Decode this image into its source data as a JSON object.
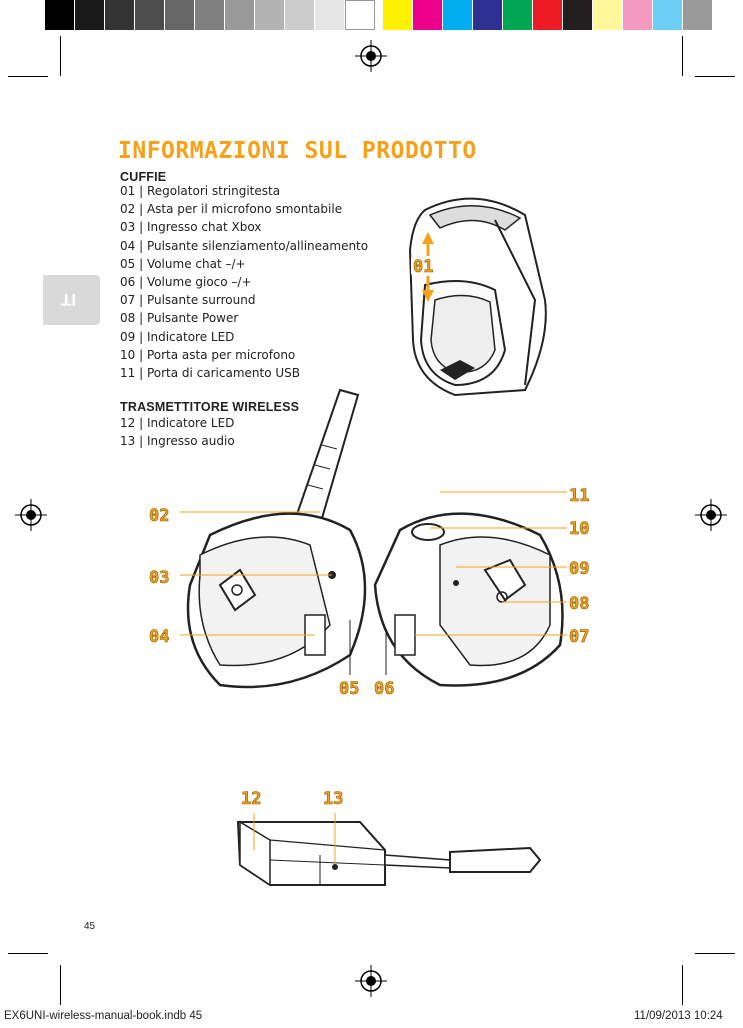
{
  "colors": {
    "accent": "#f5a11a",
    "swatches_gray": [
      "#000000",
      "#1a1a1a",
      "#333333",
      "#4d4d4d",
      "#666666",
      "#808080",
      "#999999",
      "#b3b3b3",
      "#cccccc",
      "#e6e6e6",
      "#ffffff"
    ],
    "swatches_color": [
      "#fff200",
      "#ec008c",
      "#00aeef",
      "#2e3192",
      "#00a651",
      "#ed1c24",
      "#231f20",
      "#fff799",
      "#f49ac1",
      "#6dcff6",
      "#999999"
    ]
  },
  "title": "INFORMAZIONI SUL PRODOTTO",
  "headset": {
    "heading": "CUFFIE",
    "items": [
      "01 | Regolatori stringitesta",
      "02 | Asta per il microfono smontabile",
      "03 | Ingresso chat Xbox",
      "04 | Pulsante silenziamento/allineamento",
      "05 | Volume chat  –/+",
      "06 | Volume gioco  –/+",
      "07 | Pulsante surround",
      "08 | Pulsante Power",
      "09 | Indicatore LED",
      "10 | Porta asta per microfono",
      "11 | Porta di caricamento USB"
    ]
  },
  "transmitter": {
    "heading": "TRASMETTITORE WIRELESS",
    "items": [
      "12 | Indicatore LED",
      "13 | Ingresso audio"
    ]
  },
  "callouts": {
    "c01": "01",
    "c02": "02",
    "c03": "03",
    "c04": "04",
    "c05": "05",
    "c06": "06",
    "c07": "07",
    "c08": "08",
    "c09": "09",
    "c10": "10",
    "c11": "11",
    "c12": "12",
    "c13": "13"
  },
  "side_tab": "IT",
  "page_number": "45",
  "footer": {
    "file": "EX6UNI-wireless-manual-book.indb   45",
    "date": "11/09/2013   10:24"
  }
}
